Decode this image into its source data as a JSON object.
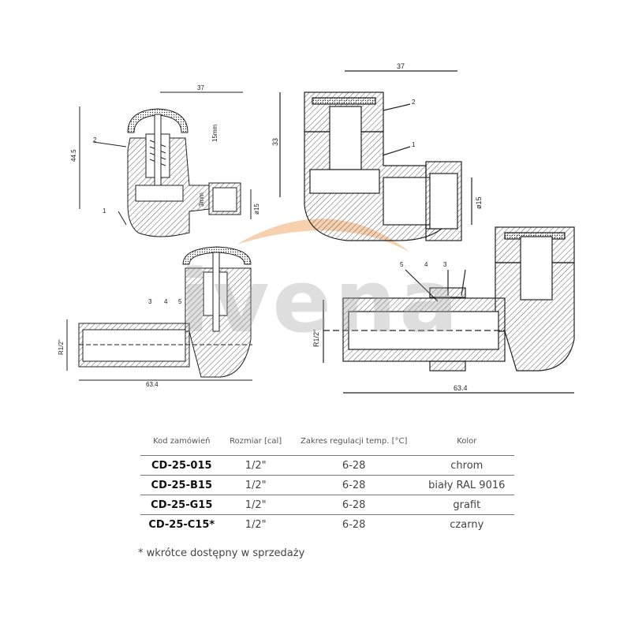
{
  "watermark": "ivena",
  "drawings": {
    "small_top": {
      "width": "37",
      "height": "44.5",
      "stroke": "15mm",
      "gap": "3mm",
      "diameter": "ø15",
      "labels": [
        "1",
        "2"
      ]
    },
    "small_bottom": {
      "thread": "R1/2\"",
      "length": "63.4",
      "labels": [
        "3",
        "4",
        "5"
      ]
    },
    "large_top": {
      "width": "37",
      "height": "33",
      "diameter": "ø15",
      "labels": [
        "1",
        "2"
      ]
    },
    "large_bottom": {
      "thread": "R1/2\"",
      "length": "63.4",
      "labels": [
        "5",
        "4",
        "3"
      ]
    }
  },
  "table": {
    "headers": [
      "Kod zamówień",
      "Rozmiar [cal]",
      "Zakres regulacji temp. [°C]",
      "Kolor"
    ],
    "rows": [
      [
        "CD-25-015",
        "1/2\"",
        "6-28",
        "chrom"
      ],
      [
        "CD-25-B15",
        "1/2\"",
        "6-28",
        "biały RAL 9016"
      ],
      [
        "CD-25-G15",
        "1/2\"",
        "6-28",
        "grafit"
      ],
      [
        "CD-25-C15*",
        "1/2\"",
        "6-28",
        "czarny"
      ]
    ],
    "footnote": "* wkrótce dostępny w sprzedaży"
  },
  "colors": {
    "accent_swoosh": "#f2b27a",
    "line": "#222222"
  }
}
